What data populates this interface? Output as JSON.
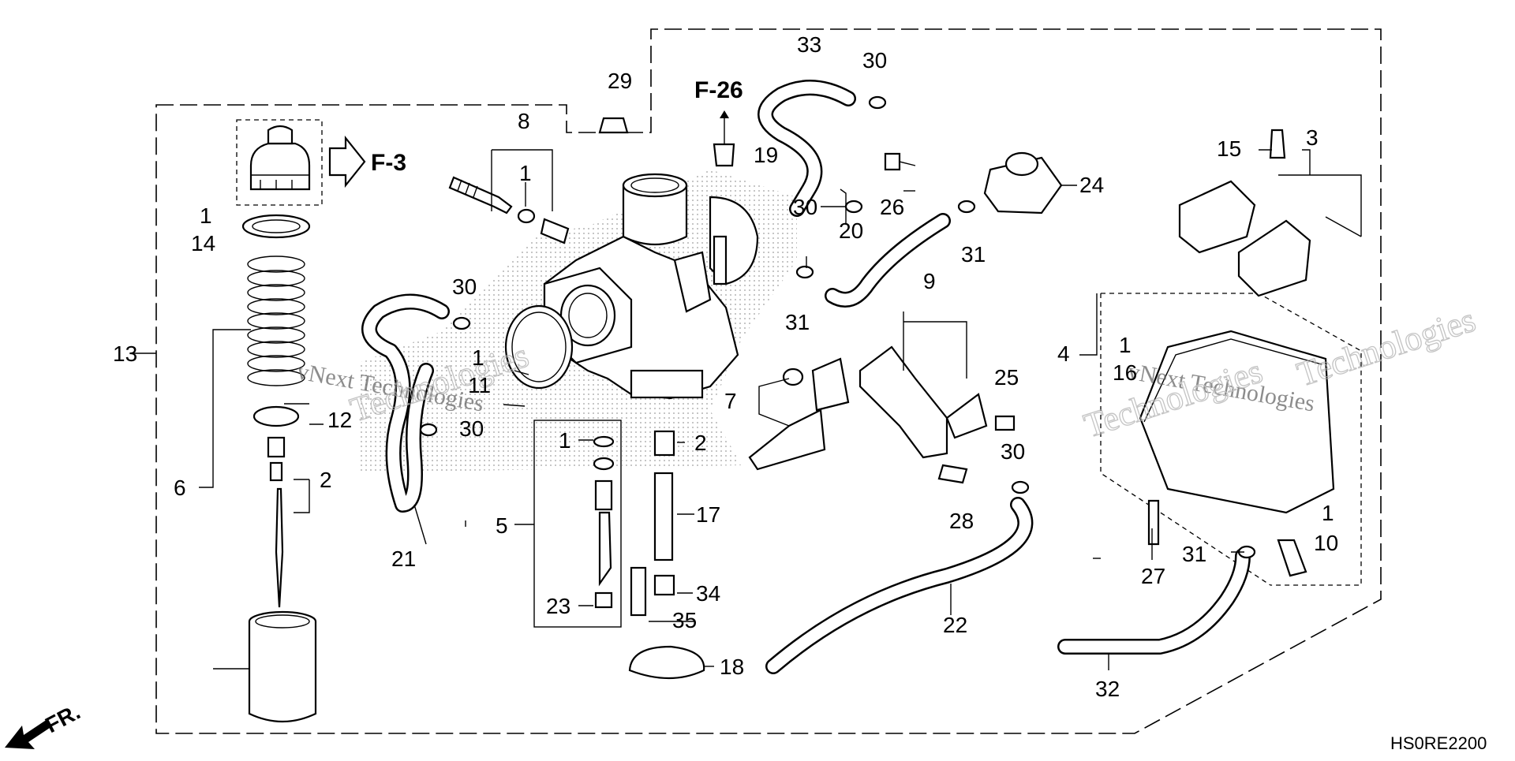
{
  "diagram": {
    "diagram_code": "HS0RE2200",
    "direction_label": "FR.",
    "reference_labels": [
      "F-3",
      "F-26"
    ],
    "watermark": "vNext Technologies",
    "watermark_alt": "Technologies",
    "callouts": [
      "1",
      "2",
      "3",
      "4",
      "5",
      "6",
      "7",
      "8",
      "9",
      "10",
      "11",
      "12",
      "13",
      "14",
      "15",
      "16",
      "17",
      "18",
      "19",
      "20",
      "21",
      "22",
      "23",
      "24",
      "25",
      "26",
      "27",
      "28",
      "29",
      "30",
      "31",
      "32",
      "33",
      "34",
      "35"
    ]
  }
}
